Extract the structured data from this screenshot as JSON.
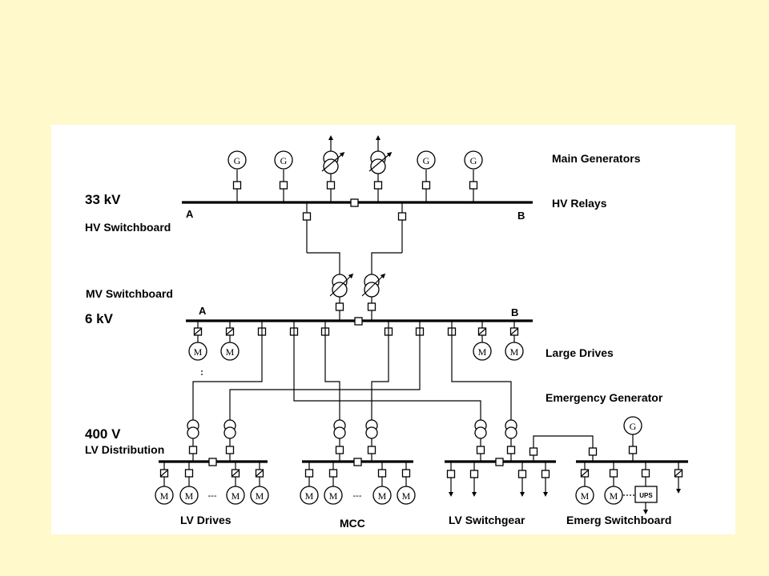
{
  "colors": {
    "background": "#FFF9CC",
    "panel": "#FFFFFF",
    "ink": "#000000"
  },
  "labels": {
    "main_generators": "Main Generators",
    "hv_relays": "HV Relays",
    "v33": "33 kV",
    "hv_switchboard": "HV Switchboard",
    "mv_switchboard": "MV Switchboard",
    "v6": "6 kV",
    "large_drives": "Large Drives",
    "emergency_generator": "Emergency Generator",
    "v400": "400 V",
    "lv_distribution": "LV Distribution",
    "lv_drives": "LV Drives",
    "mcc": "MCC",
    "lv_switchgear": "LV Switchgear",
    "emerg_switchboard": "Emerg Switchboard"
  },
  "bus_sections": {
    "hv_a": "A",
    "hv_b": "B",
    "mv_a": "A",
    "mv_b": "B"
  },
  "symbols": {
    "generator": "G",
    "motor": "M",
    "ups": "UPS",
    "dashes": "---"
  }
}
